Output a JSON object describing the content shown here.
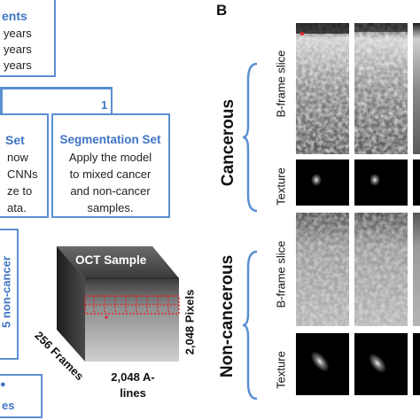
{
  "left": {
    "patients_box": {
      "heading": "ents",
      "lines": [
        "years",
        "years",
        "years"
      ]
    },
    "training_box": {
      "heading": "Set",
      "lines": [
        "now",
        "CNNs",
        "ze to",
        "ata."
      ]
    },
    "segmentation_box": {
      "number": "1",
      "heading": "Segmentation Set",
      "lines": [
        "Apply the model",
        "to mixed cancer",
        "and non-cancer",
        "samples."
      ]
    },
    "vertical_label": "5 non-cancer",
    "bottom_box": {
      "text": "es"
    },
    "oct": {
      "title": "OCT Sample",
      "frames_label": "256 Frames",
      "alines_label_1": "2,048 A-",
      "alines_label_2": "lines",
      "pixels_label": "2,048 Pixels"
    }
  },
  "right": {
    "panel_label": "B",
    "groups": [
      {
        "name": "Cancerous",
        "rows": [
          "B-frame slice",
          "Texture"
        ]
      },
      {
        "name": "Non-cancerous",
        "rows": [
          "B-frame slice",
          "Texture"
        ]
      }
    ]
  },
  "colors": {
    "box_border": "#5b8fd0",
    "heading": "#3f74c4",
    "dots": "#e0242a"
  }
}
